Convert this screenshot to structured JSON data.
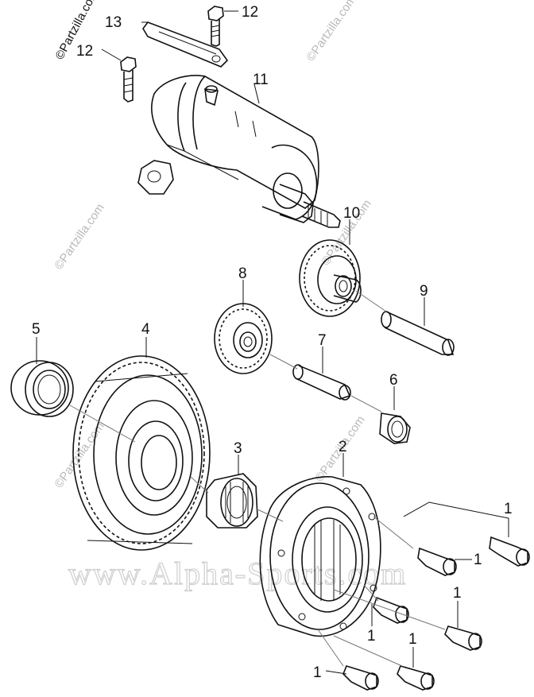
{
  "copyright": "©Partzilla.com",
  "watermark_small": "©Partzilla.com",
  "watermark_big": "www.Alpha-Sports.com",
  "callouts": {
    "c13": "13",
    "c12a": "12",
    "c12b": "12",
    "c11": "11",
    "c10": "10",
    "c9": "9",
    "c8": "8",
    "c7": "7",
    "c6": "6",
    "c5": "5",
    "c4": "4",
    "c3": "3",
    "c2": "2",
    "c1a": "1",
    "c1b": "1",
    "c1c": "1",
    "c1d": "1",
    "c1e": "1",
    "c1f": "1"
  }
}
